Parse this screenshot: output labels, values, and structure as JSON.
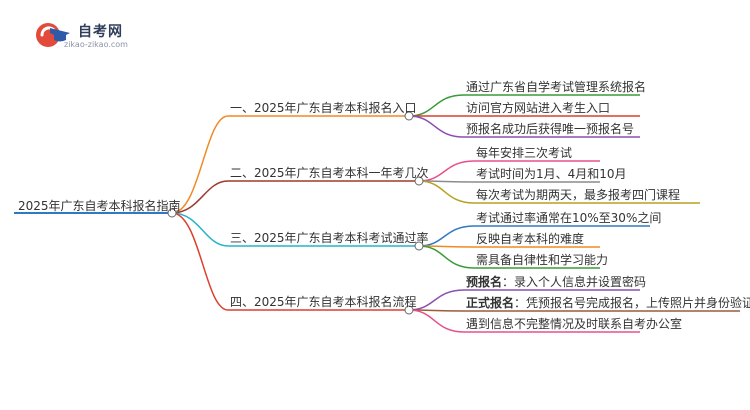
{
  "logo": {
    "title": "自考网",
    "url": "zikao-zikao.com"
  },
  "mindmap": {
    "root": "2025年广东自考本科报名指南",
    "root_color": "#2f78c4",
    "branches": [
      {
        "label": "一、2025年广东自考本科报名入口",
        "color": "#f08a24",
        "leaves": [
          {
            "bold": "",
            "text": "通过广东省自学考试管理系统报名",
            "color": "#3a9a3a"
          },
          {
            "bold": "",
            "text": "访问官方网站进入考生入口",
            "color": "#d9412e"
          },
          {
            "bold": "",
            "text": "预报名成功后获得唯一预报名号",
            "color": "#8a4fb3"
          }
        ]
      },
      {
        "label": "二、2025年广东自考本科一年考几次",
        "color": "#9c3a2e",
        "leaves": [
          {
            "bold": "",
            "text": "每年安排三次考试",
            "color": "#e8508c"
          },
          {
            "bold": "",
            "text": "考试时间为1月、4月和10月",
            "color": "#8c8c8c"
          },
          {
            "bold": "",
            "text": "每次考试为期两天，最多报考四门课程",
            "color": "#b5a21e"
          }
        ]
      },
      {
        "label": "三、2025年广东自考本科考试通过率",
        "color": "#27b3c9",
        "leaves": [
          {
            "bold": "",
            "text": "考试通过率通常在10%至30%之间",
            "color": "#2f78c4"
          },
          {
            "bold": "",
            "text": "反映自考本科的难度",
            "color": "#f08a24"
          },
          {
            "bold": "",
            "text": "需具备自律性和学习能力",
            "color": "#3a9a3a"
          }
        ]
      },
      {
        "label": "四、2025年广东自考本科报名流程",
        "color": "#d9412e",
        "leaves": [
          {
            "bold": "预报名",
            "text": "：录入个人信息并设置密码",
            "color": "#8a4fb3"
          },
          {
            "bold": "正式报名",
            "text": "：凭预报名号完成报名，上传照片并身份验证",
            "color": "#9c5a3a"
          },
          {
            "bold": "",
            "text": "遇到信息不完整情况及时联系自考办公室",
            "color": "#e8508c"
          }
        ]
      }
    ]
  }
}
